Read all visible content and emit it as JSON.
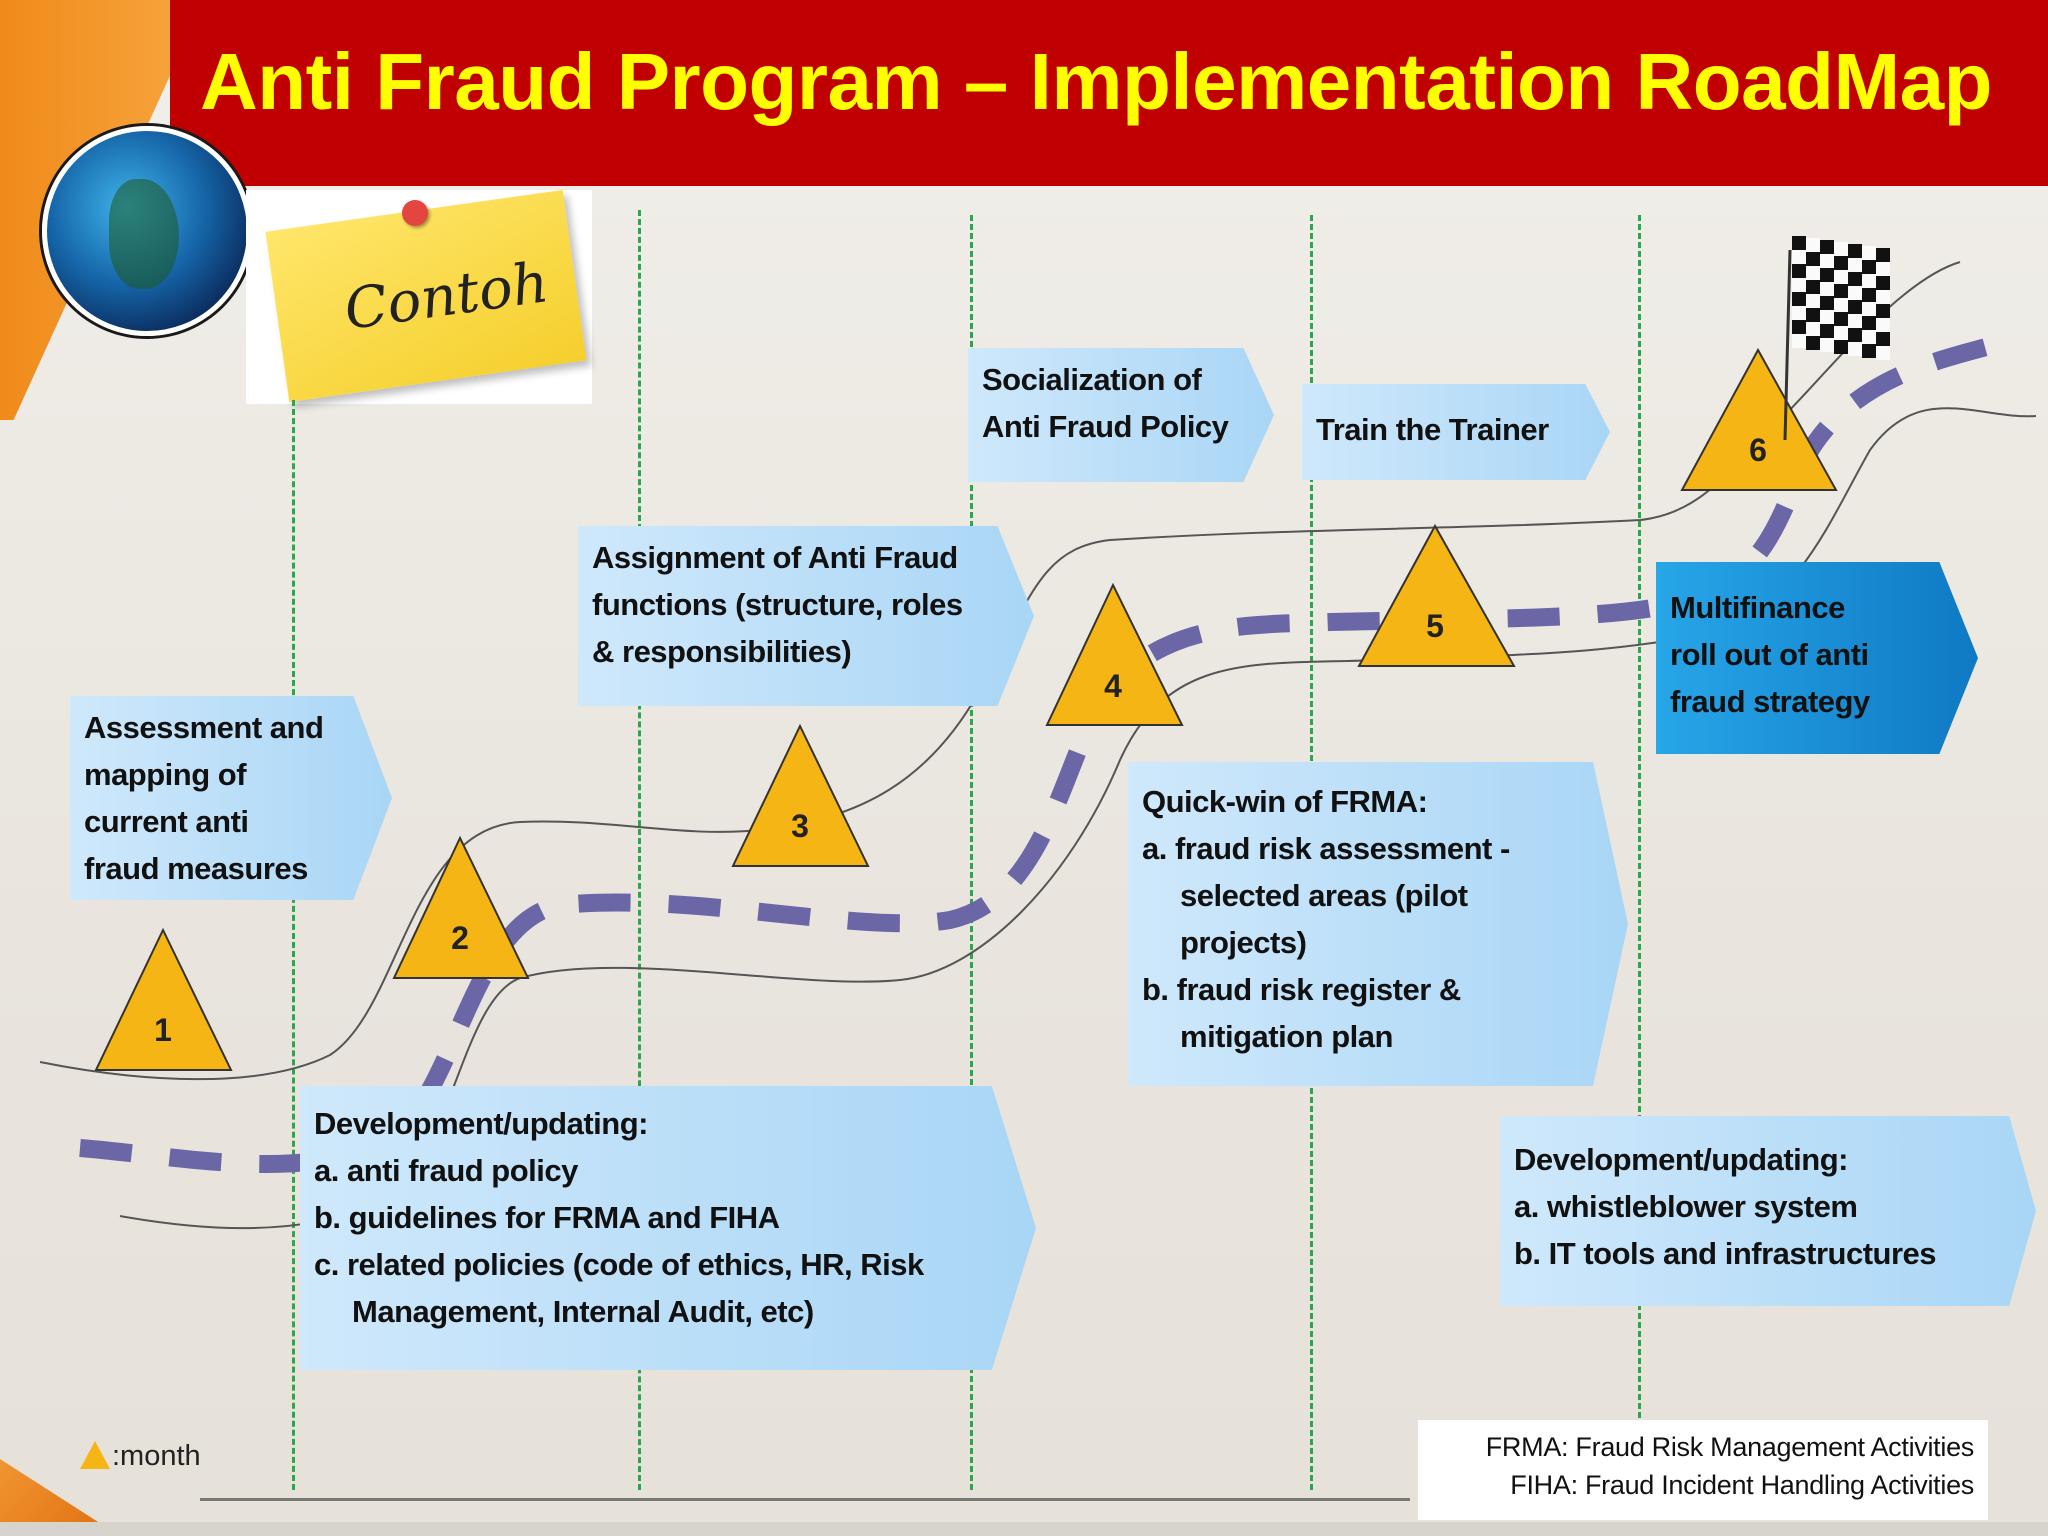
{
  "title": "Anti Fraud Program – Implementation RoadMap",
  "sticky_note": "Contoh",
  "colors": {
    "header": "#c00000",
    "title": "#ffff00",
    "milestone": "#f5b515",
    "road_dash": "#6b67a6",
    "phase_line": "#27a84a",
    "box": "#a9d6f6"
  },
  "milestones": [
    "1",
    "2",
    "3",
    "4",
    "5",
    "6"
  ],
  "activities": {
    "assessment": [
      "Assessment and",
      "mapping of",
      "current anti",
      "fraud measures"
    ],
    "assignment": [
      "Assignment of Anti Fraud",
      "functions (structure, roles",
      "& responsibilities)"
    ],
    "socialization": [
      "Socialization of",
      "Anti Fraud Policy"
    ],
    "train": "Train the Trainer",
    "multifinance": [
      "Multifinance",
      "roll out of anti",
      "fraud strategy"
    ],
    "quickwin": {
      "heading": "Quick-win of FRMA:",
      "items": [
        "a.  fraud risk assessment -",
        "selected areas (pilot",
        "projects)",
        "b.  fraud risk register &",
        "mitigation plan"
      ]
    },
    "development1": {
      "heading": "Development/updating:",
      "items": [
        "a. anti fraud policy",
        "b. guidelines for FRMA and FIHA",
        "c. related policies (code of ethics, HR, Risk",
        "Management, Internal Audit, etc)"
      ]
    },
    "development2": {
      "heading": "Development/updating:",
      "items": [
        "a.  whistleblower system",
        "b.  IT tools and infrastructures"
      ]
    }
  },
  "legend": {
    "month": ":month",
    "frma": "FRMA: Fraud Risk Management Activities",
    "fiha": "FIHA: Fraud Incident Handling Activities"
  }
}
